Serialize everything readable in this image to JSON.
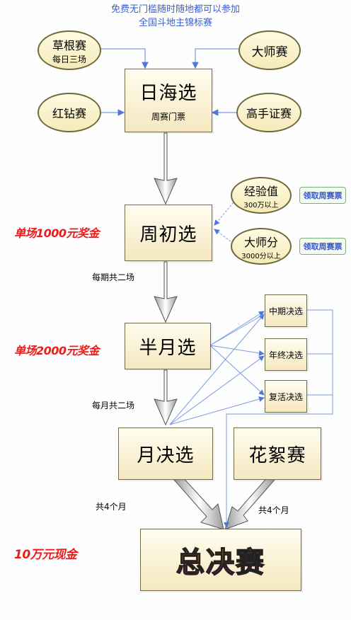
{
  "header": {
    "line1": "免费无门槛随时随地都可以参加",
    "line2": "全国斗地主锦标赛"
  },
  "ovals": {
    "caogen": {
      "title": "草根赛",
      "sub": "每日三场"
    },
    "dashi": {
      "title": "大师赛"
    },
    "hongzuan": {
      "title": "红钻赛"
    },
    "gaoshou": {
      "title": "高手证赛"
    },
    "jingyan": {
      "title": "经验值",
      "sub": "300万以上"
    },
    "dashifen": {
      "title": "大师分",
      "sub": "3000分以上"
    }
  },
  "stages": {
    "rihai": {
      "title": "日海选",
      "sub": "周赛门票"
    },
    "zhouchu": {
      "title": "周初选"
    },
    "banyue": {
      "title": "半月选"
    },
    "yuejue": {
      "title": "月决选"
    },
    "huaxu": {
      "title": "花絮赛"
    },
    "final": {
      "title": "总决赛"
    }
  },
  "side_stages": {
    "zhongqi": "中期决选",
    "nianzhong": "年终决选",
    "fuhuo": "复活决选"
  },
  "tickets": {
    "t1": "领取周赛票",
    "t2": "领取周赛票"
  },
  "prizes": {
    "p1": "单场1000元奖金",
    "p2": "单场2000元奖金",
    "p3": "10万元现金"
  },
  "notes": {
    "n1": "每期共二场",
    "n2": "每月共二场",
    "n3": "共4个月",
    "n4": "共4个月"
  },
  "colors": {
    "header_blue": "#3a5fd0",
    "prize_red": "#ee1b1b",
    "connector_blue": "#7b9be0",
    "ticket_text": "#3a57c8"
  }
}
